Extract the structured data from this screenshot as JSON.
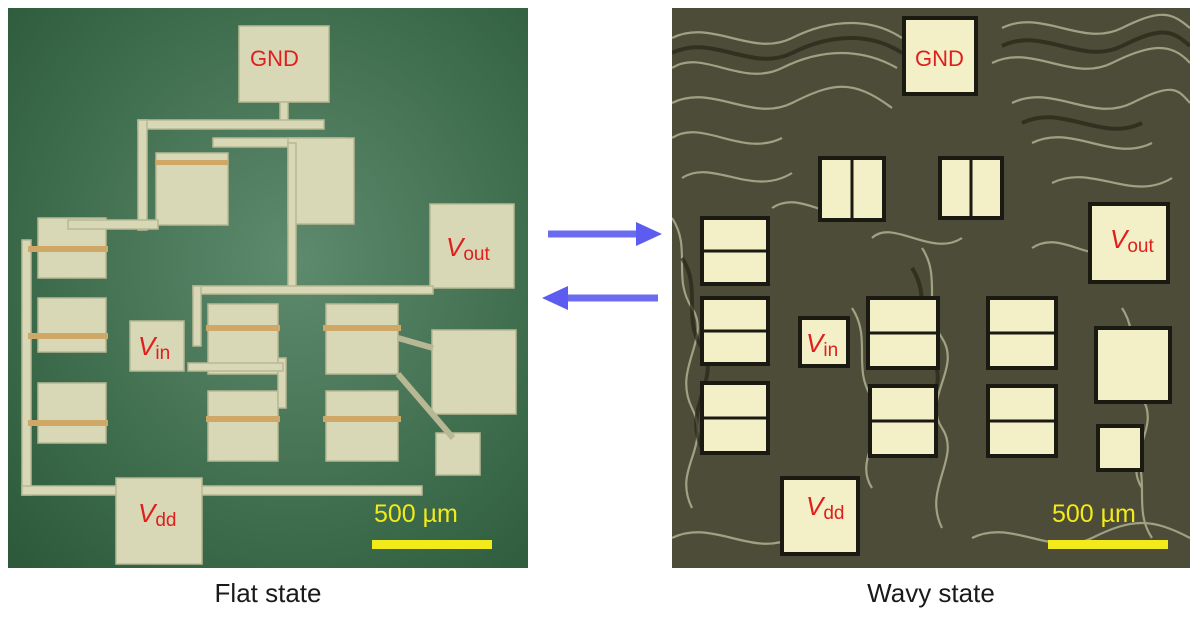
{
  "flat_panel": {
    "labels": {
      "gnd": "GND",
      "vout_v": "V",
      "vout_sub": "out",
      "vin_v": "V",
      "vin_sub": "in",
      "vdd_v": "V",
      "vdd_sub": "dd"
    },
    "scale_label": "500 µm",
    "caption": "Flat state"
  },
  "wavy_panel": {
    "labels": {
      "gnd": "GND",
      "vout_v": "V",
      "vout_sub": "out",
      "vin_v": "V",
      "vin_sub": "in",
      "vdd_v": "V",
      "vdd_sub": "dd"
    },
    "scale_label": "500 µm",
    "caption": "Wavy state"
  },
  "colors": {
    "label_red": "#e01e1e",
    "scale_yellow": "#f2ea1a",
    "arrow_blue": "#6b6bf0"
  }
}
